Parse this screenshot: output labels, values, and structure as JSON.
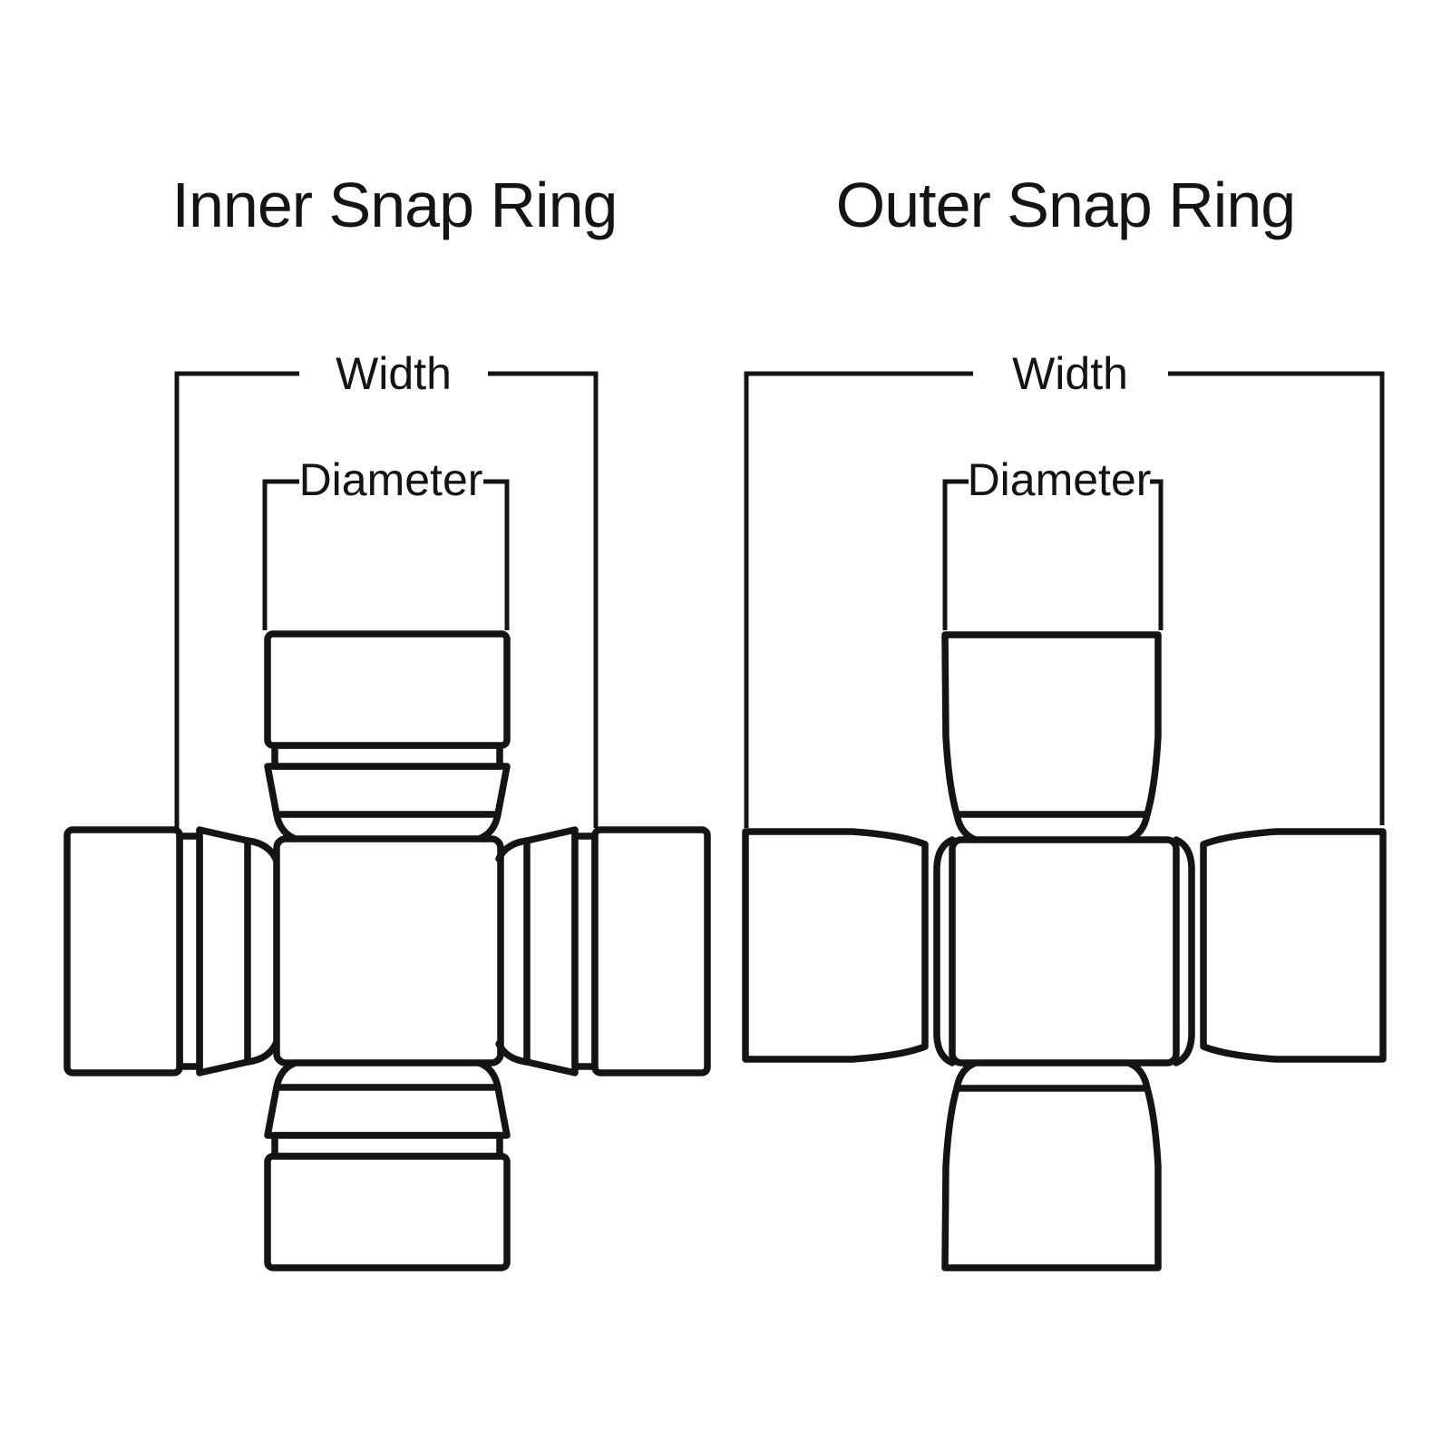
{
  "canvas": {
    "background": "#ffffff",
    "line_color": "#141414"
  },
  "diagrams": [
    {
      "title": "Inner Snap Ring",
      "width_label": "Width",
      "diameter_label": "Diameter"
    },
    {
      "title": "Outer Snap Ring",
      "width_label": "Width",
      "diameter_label": "Diameter"
    }
  ]
}
